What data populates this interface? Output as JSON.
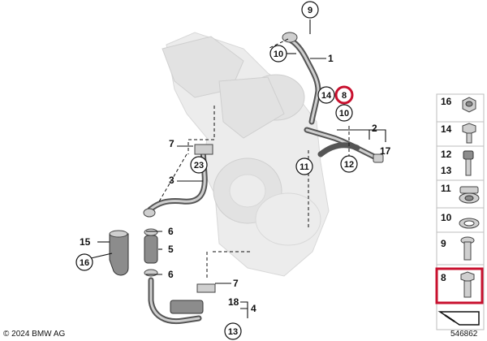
{
  "callouts": {
    "c1": "1",
    "c2": "2",
    "c3": "3",
    "c4": "4",
    "c5": "5",
    "c6a": "6",
    "c6b": "6",
    "c7a": "7",
    "c7b": "7",
    "c8": "8",
    "c9": "9",
    "c10a": "10",
    "c10b": "10",
    "c11": "11",
    "c12": "12",
    "c13": "13",
    "c14": "14",
    "c15": "15",
    "c16": "16",
    "c17": "17",
    "c18": "18",
    "c23": "23"
  },
  "legend": [
    {
      "num": "16",
      "icon": "nut-icon"
    },
    {
      "num": "14",
      "icon": "bolt-icon"
    },
    {
      "num": "12",
      "icon": "allen-bolt-icon"
    },
    {
      "num": "13",
      "icon": "allen-bolt-icon"
    },
    {
      "num": "11",
      "icon": "clip-washer-icon"
    },
    {
      "num": "10",
      "icon": "sealing-ring-icon"
    },
    {
      "num": "9",
      "icon": "hollow-bolt-icon"
    },
    {
      "num": "8",
      "icon": "banjo-bolt-icon",
      "highlighted": true
    }
  ],
  "copyright": "© 2024 BMW AG",
  "diagram_id": "546862",
  "highlight_color": "#c8102e"
}
